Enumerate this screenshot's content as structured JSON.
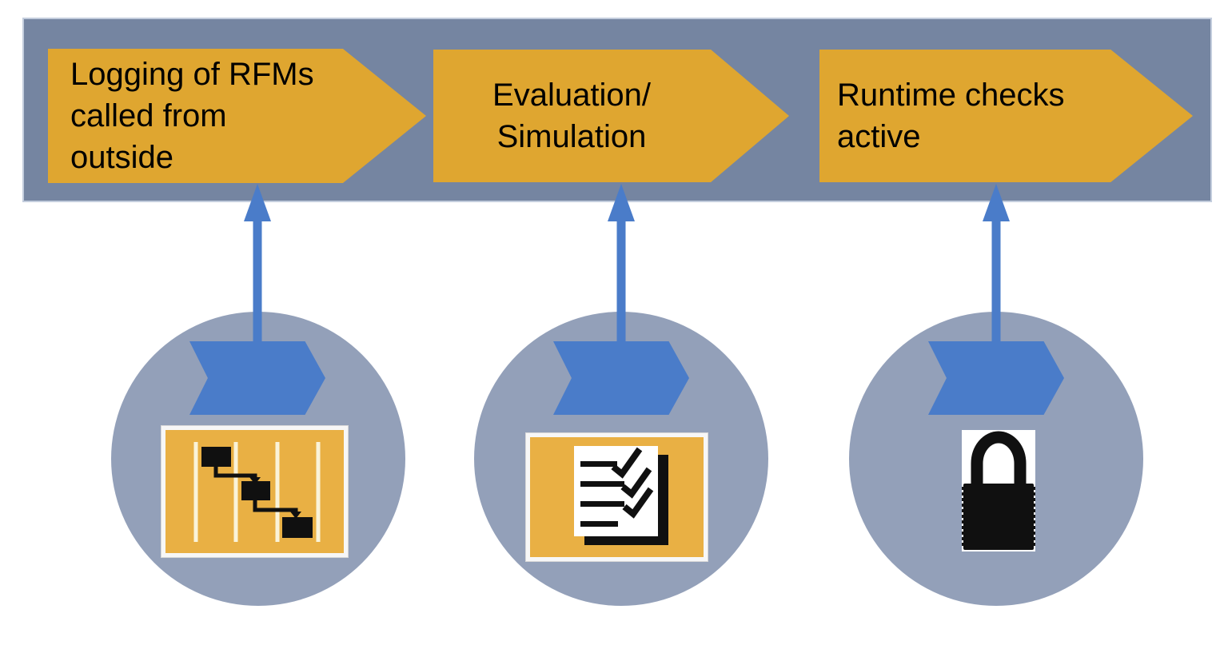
{
  "banner": {
    "color": "#7585a1",
    "border_color": "#c3cddd"
  },
  "colors": {
    "arrow_orange": "#dfa630",
    "icon_orange": "#e9b044",
    "connector_blue": "#4a7cc9",
    "circle_gray_blue": "#93a0b9",
    "icon_black": "#101010",
    "text": "#000000",
    "background": "#ffffff",
    "icon_line_cream": "#faf3d9"
  },
  "steps": [
    {
      "label": "Logging of RFMs called from outside",
      "lines": [
        "Logging of RFMs",
        "called from",
        "outside"
      ],
      "icon": "gantt-chart"
    },
    {
      "label": "Evaluation/ Simulation",
      "lines": [
        "Evaluation/",
        "Simulation"
      ],
      "icon": "checklist"
    },
    {
      "label": "Runtime checks active",
      "lines": [
        "Runtime checks",
        "active"
      ],
      "icon": "padlock"
    }
  ]
}
